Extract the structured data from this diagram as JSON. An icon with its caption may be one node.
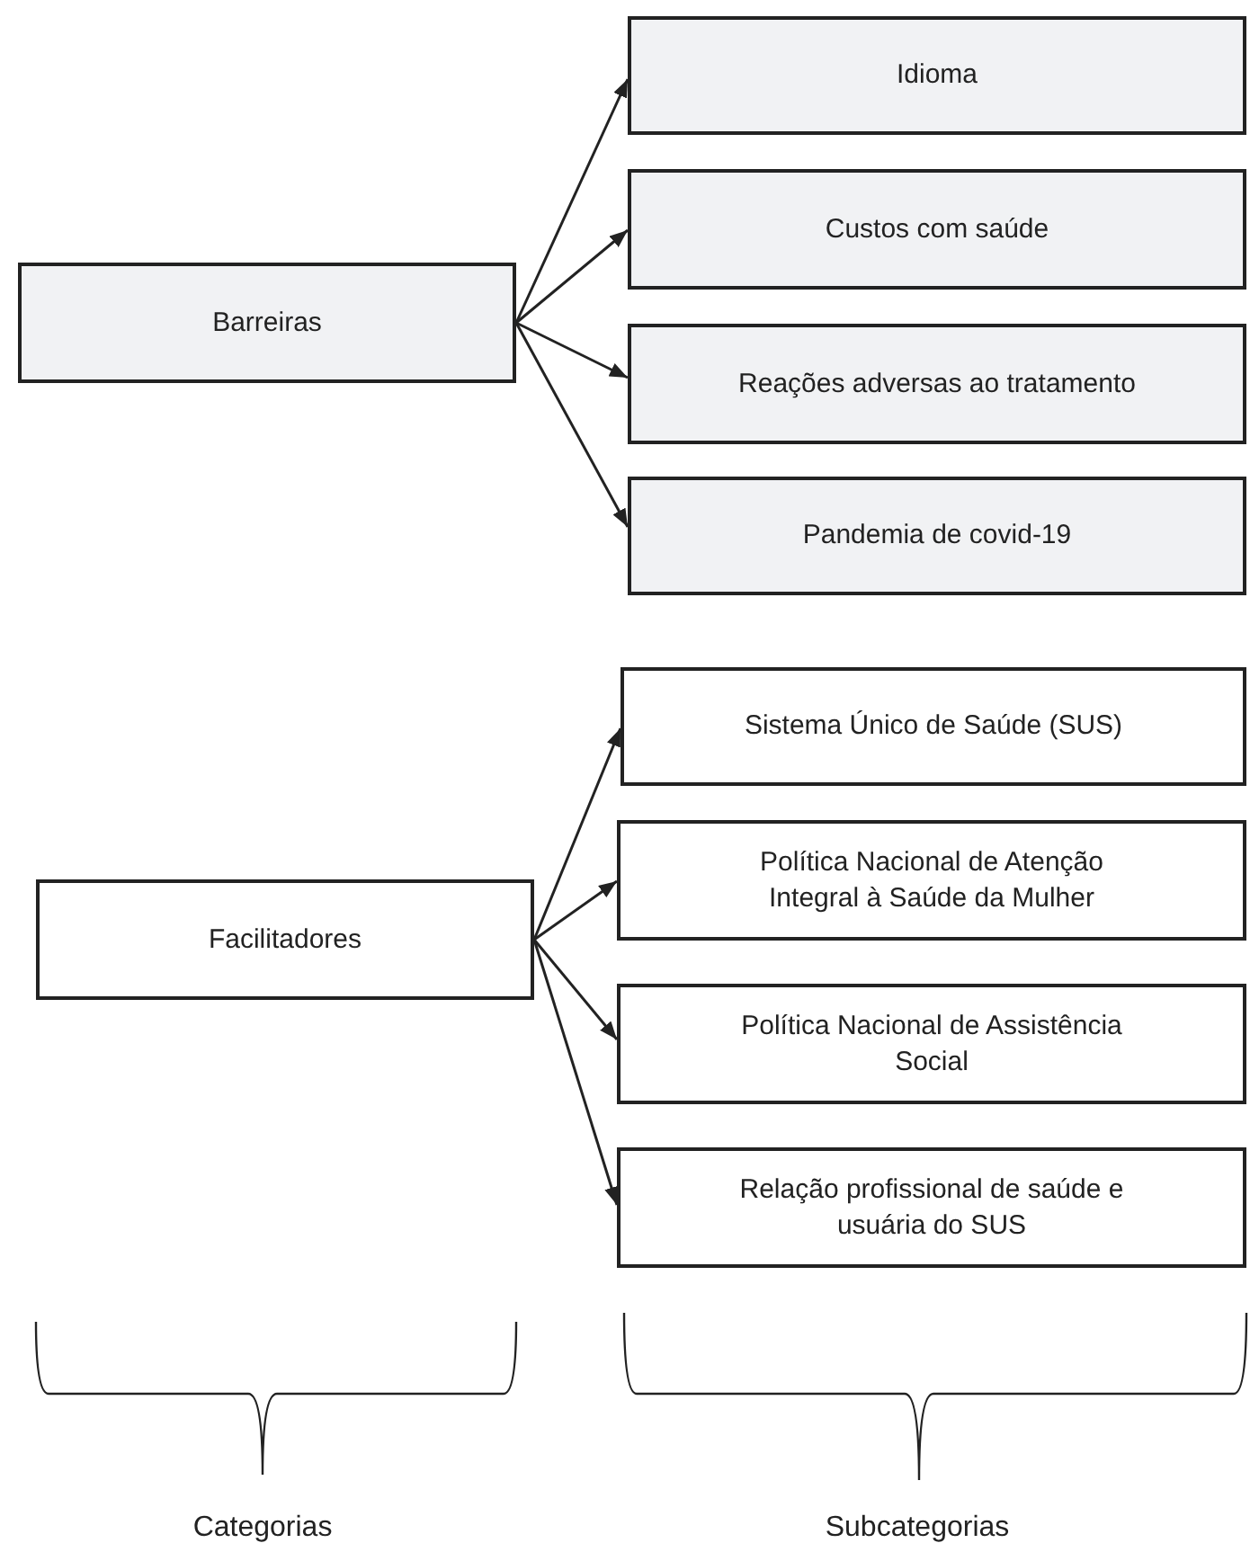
{
  "diagram": {
    "nodes": [
      {
        "text": [
          "Barreiras"
        ]
      },
      {
        "text": [
          "Idioma"
        ]
      },
      {
        "text": [
          "Custos com saúde"
        ]
      },
      {
        "text": [
          "Reações adversas ao tratamento"
        ]
      },
      {
        "text": [
          "Pandemia de covid-19"
        ]
      },
      {
        "text": [
          "Sistema Único de Saúde (SUS)"
        ]
      },
      {
        "text": [
          "Política Nacional de Atenção Integral à Saúde da Mulher"
        ]
      },
      {
        "text": [
          "Política Nacional de Assistência Social"
        ]
      },
      {
        "text": [
          "Relação profissional de saúde e usuária do SUS"
        ]
      },
      {
        "text": [
          "Facilitadores"
        ]
      }
    ],
    "edges": [
      {
        "from": 0,
        "to": 1,
        "arrow": "to"
      },
      {
        "from": 0,
        "to": 2,
        "arrow": "to"
      },
      {
        "from": 0,
        "to": 3,
        "arrow": "to"
      },
      {
        "from": 0,
        "to": 4,
        "arrow": "to"
      },
      {
        "from": 9,
        "to": 5,
        "arrow": "to"
      },
      {
        "from": 9,
        "to": 6,
        "arrow": "to"
      },
      {
        "from": 9,
        "to": 7,
        "arrow": "to"
      },
      {
        "from": 9,
        "to": 8,
        "arrow": "to"
      }
    ],
    "labels": [
      "Categorias",
      "Subcategorias"
    ]
  }
}
